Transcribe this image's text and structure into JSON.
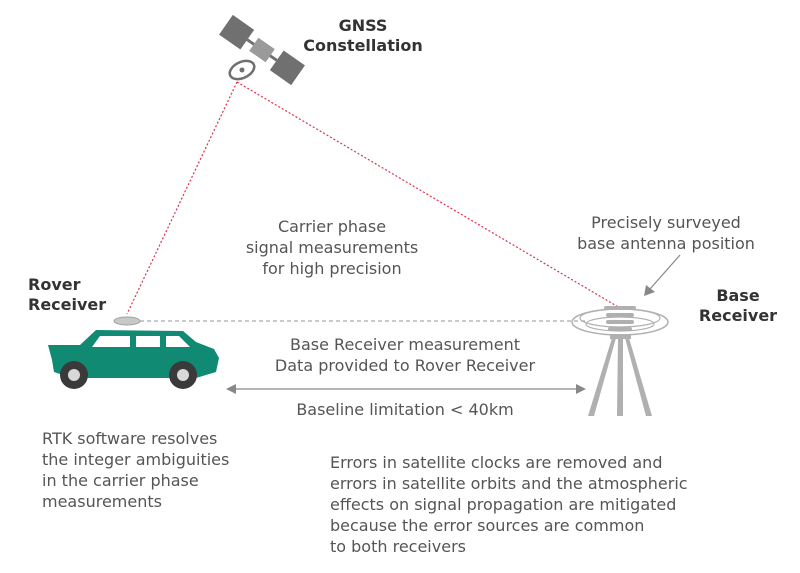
{
  "labels": {
    "gnss": [
      "GNSS",
      "Constellation"
    ],
    "rover": [
      "Rover",
      "Receiver"
    ],
    "base": [
      "Base",
      "Receiver"
    ],
    "carrier_phase": [
      "Carrier phase",
      "signal measurements",
      "for high precision"
    ],
    "surveyed": [
      "Precisely surveyed",
      "base antenna position"
    ],
    "base_measurement": [
      "Base Receiver measurement",
      "Data provided to Rover Receiver"
    ],
    "baseline": "Baseline limitation < 40km",
    "rtk": [
      "RTK software resolves",
      "the integer ambiguities",
      "in the carrier phase",
      "measurements"
    ],
    "errors": [
      "Errors in satellite clocks are removed and",
      "errors in satellite orbits and the atmospheric",
      "effects on signal propagation are mitigated",
      "because the error sources are common",
      "to both receivers"
    ]
  },
  "colors": {
    "text": "#555555",
    "bold_text": "#333333",
    "car": "#118a73",
    "signal_line": "#e0304a",
    "gray_graphics": "#b0b0b0",
    "arrow": "#888888"
  },
  "icons": {
    "satellite": "satellite-icon",
    "car": "car-icon",
    "base_station": "base-station-icon",
    "rover_antenna": "rover-antenna-icon"
  }
}
